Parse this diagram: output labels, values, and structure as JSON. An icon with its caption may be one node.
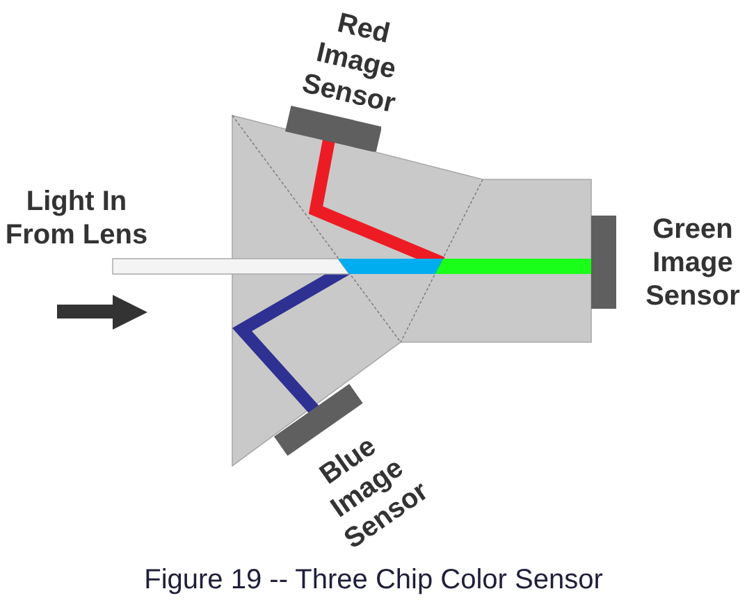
{
  "diagram": {
    "caption": "Figure 19 -- Three Chip Color Sensor",
    "nodes": [
      {
        "text": [
          "Red Image Sensor"
        ]
      },
      {
        "text": [
          "Green Image Sensor"
        ]
      },
      {
        "text": [
          "Blue Image Sensor"
        ]
      }
    ],
    "labels": [
      "Light In From Lens"
    ]
  }
}
